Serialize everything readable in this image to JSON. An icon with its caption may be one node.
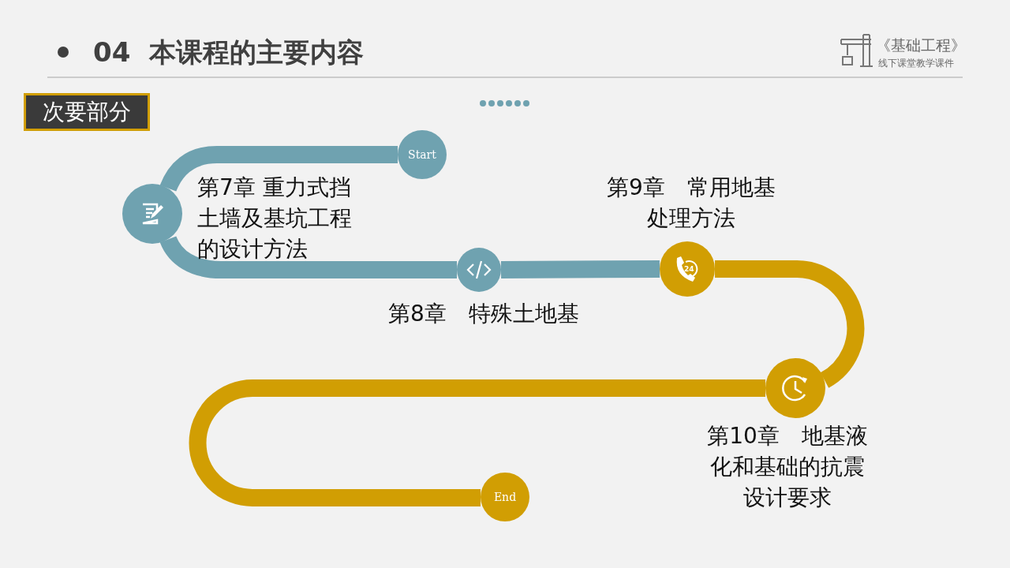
{
  "diagram": {
    "title": "04  本课程的主要内容",
    "nodes": [
      {
        "text": [
          "Start"
        ]
      },
      {
        "text": [],
        "shape": "circle",
        "beside": [
          "第7章 重力式挡土墙及基坑工程的设计方法"
        ]
      },
      {
        "text": [],
        "shape": "circle",
        "beside": [
          "第8章　特殊土地基"
        ]
      },
      {
        "text": [],
        "shape": "circle",
        "beside": [
          "第9章　常用地基处理方法"
        ]
      },
      {
        "text": [],
        "shape": "circle",
        "beside": [
          "第10章　地基液化和基础的抗震设计要求"
        ]
      },
      {
        "text": [
          "End"
        ]
      }
    ],
    "edges": [
      {
        "from": 0,
        "to": 1,
        "arrow": "none"
      },
      {
        "from": 1,
        "to": 2,
        "arrow": "none"
      },
      {
        "from": 2,
        "to": 3,
        "arrow": "none"
      },
      {
        "from": 3,
        "to": 4,
        "arrow": "none",
        "color": "#d19e03"
      },
      {
        "from": 4,
        "to": 5,
        "arrow": "none",
        "color": "#d19e03"
      }
    ],
    "labels": [
      "《基础工程》",
      "线下课堂教学课件",
      "次要部分",
      "24"
    ]
  }
}
